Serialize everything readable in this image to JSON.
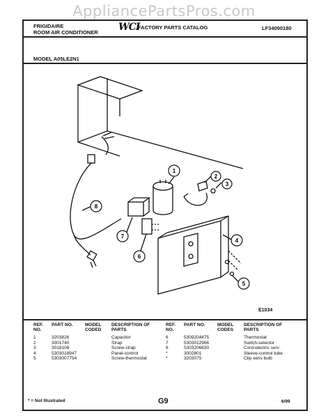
{
  "watermark": "AppliancePartsPros.com",
  "header": {
    "brand": "FRIGIDAIRE",
    "product": "ROOM AIR CONDITIONER",
    "logo": "WCI",
    "catalog": "FACTORY PARTS CATALOG",
    "publication": "LF34090180",
    "model": "MODEL A05LE2N1"
  },
  "diagram": {
    "callouts": [
      "1",
      "2",
      "3",
      "4",
      "5",
      "6",
      "7",
      "8"
    ],
    "figure_id": "E1034"
  },
  "parts_table": {
    "headers": {
      "ref_no": "REF. NO.",
      "part_no": "PART NO.",
      "model_codes": "MODEL CODES",
      "model_coded": "MODEL CODED",
      "description": "DESCRIPTION OF PARTS"
    },
    "left": [
      {
        "ref": "1",
        "part": "3203826",
        "desc": "Capacitor"
      },
      {
        "ref": "2",
        "part": "3001740",
        "desc": "Strap"
      },
      {
        "ref": "3",
        "part": "3018106",
        "desc": "Screw-strap"
      },
      {
        "ref": "4",
        "part": "5303018947",
        "desc": "Panel-control"
      },
      {
        "ref": "5",
        "part": "5303007754",
        "desc": "Screw-thermostat"
      }
    ],
    "right": [
      {
        "ref": "6",
        "part": "5309204475",
        "desc": "Thermostat"
      },
      {
        "ref": "7",
        "part": "5303012966",
        "desc": "Switch-selector"
      },
      {
        "ref": "8",
        "part": "5303206830",
        "desc": "Cord-electric serv"
      },
      {
        "ref": "*",
        "part": "3002801",
        "desc": "Sleeve-control tube"
      },
      {
        "ref": "*",
        "part": "3203075",
        "desc": "Clip sens bulb"
      }
    ]
  },
  "footer": {
    "note": "* = Not Illustrated",
    "page": "G9",
    "date": "6/99"
  }
}
